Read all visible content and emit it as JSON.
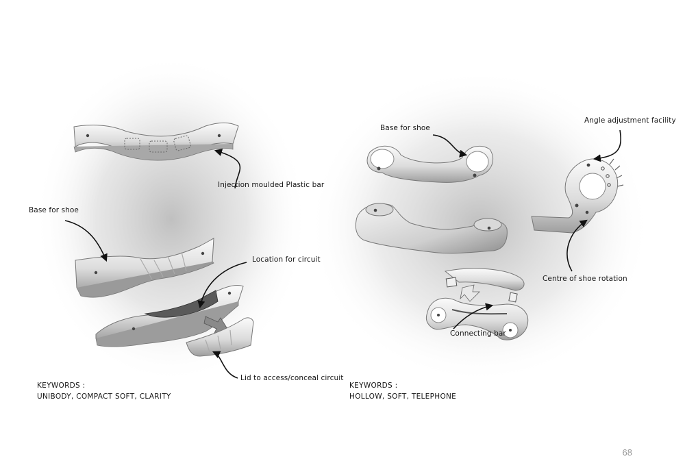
{
  "left_panel": {
    "labels": {
      "plastic_bar": "Injection moulded Plastic bar",
      "base_for_shoe": "Base for shoe",
      "location_for_circuit": "Location for circuit",
      "lid": "Lid to access/conceal circuit"
    },
    "keywords": {
      "heading": "KEYWORDS :",
      "values": "UNIBODY, COMPACT SOFT, CLARITY"
    }
  },
  "right_panel": {
    "labels": {
      "base_for_shoe": "Base for shoe",
      "angle_adjustment": "Angle adjustment facility",
      "centre_of_rotation": "Centre of shoe rotation",
      "connecting_bar": "Connecting bar"
    },
    "keywords": {
      "heading": "KEYWORDS :",
      "values": "HOLLOW, SOFT, TELEPHONE"
    }
  },
  "page_number": "68"
}
